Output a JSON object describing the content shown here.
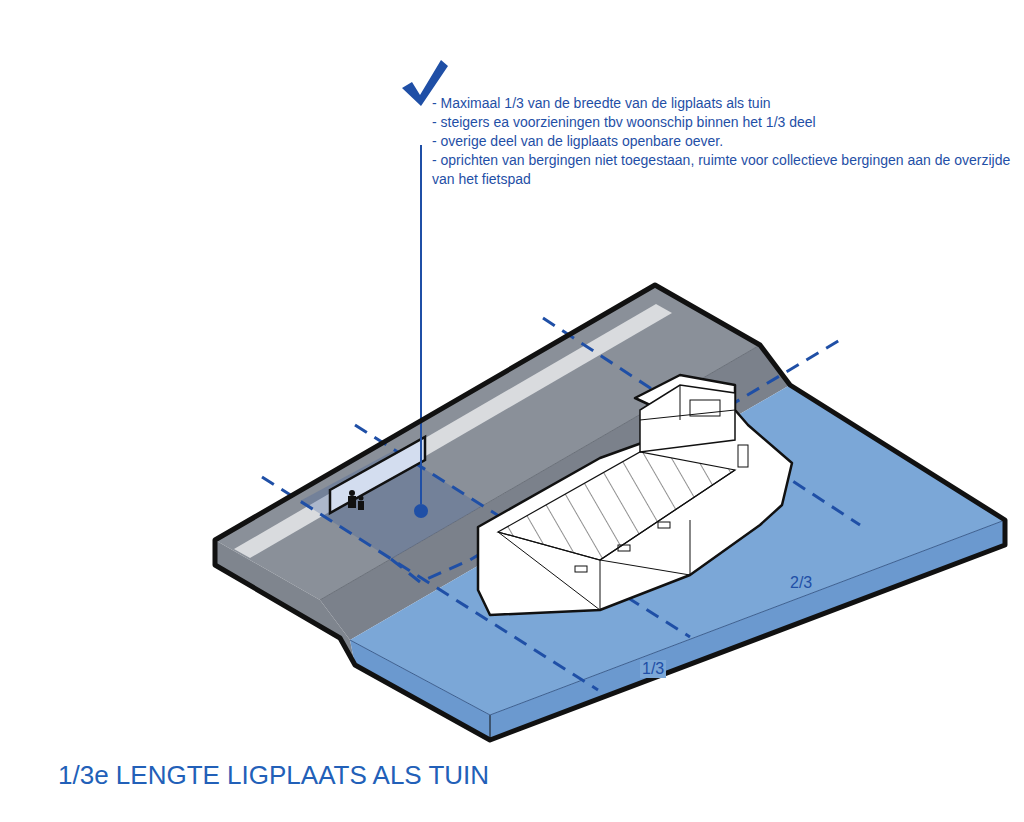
{
  "diagram": {
    "title": "1/3e LENGTE LIGPLAATS ALS TUIN",
    "labels": [
      "- Maximaal 1/3 van de breedte van de ligplaats als tuin",
      "- steigers ea voorzieningen tbv woonschip binnen het 1/3 deel",
      "- overige deel van de ligplaats openbare oever.",
      "- oprichten van bergingen niet toegestaan, ruimte voor collectieve bergingen aan de overzijde van het fietspad",
      "2/3",
      "1/3"
    ]
  }
}
